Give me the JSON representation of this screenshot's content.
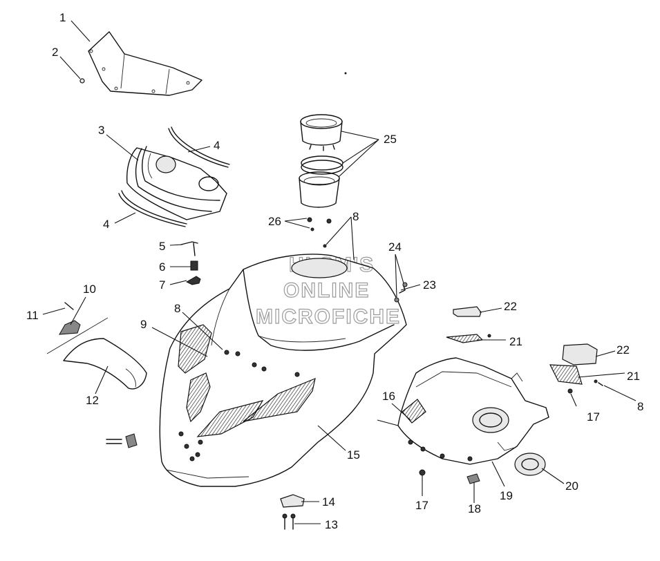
{
  "watermark": {
    "line1": "HLSM'S",
    "line2": "ONLINE",
    "line3": "MICROFICHE"
  },
  "callouts": {
    "c1": "1",
    "c2": "2",
    "c3": "3",
    "c4a": "4",
    "c4b": "4",
    "c5": "5",
    "c6": "6",
    "c7": "7",
    "c8a": "8",
    "c8b": "8",
    "c8c": "8",
    "c9": "9",
    "c10": "10",
    "c11": "11",
    "c12": "12",
    "c13": "13",
    "c14": "14",
    "c15": "15",
    "c16": "16",
    "c17a": "17",
    "c17b": "17",
    "c18": "18",
    "c19": "19",
    "c20": "20",
    "c21a": "21",
    "c21b": "21",
    "c22a": "22",
    "c22b": "22",
    "c23": "23",
    "c24": "24",
    "c25": "25",
    "c26": "26"
  }
}
